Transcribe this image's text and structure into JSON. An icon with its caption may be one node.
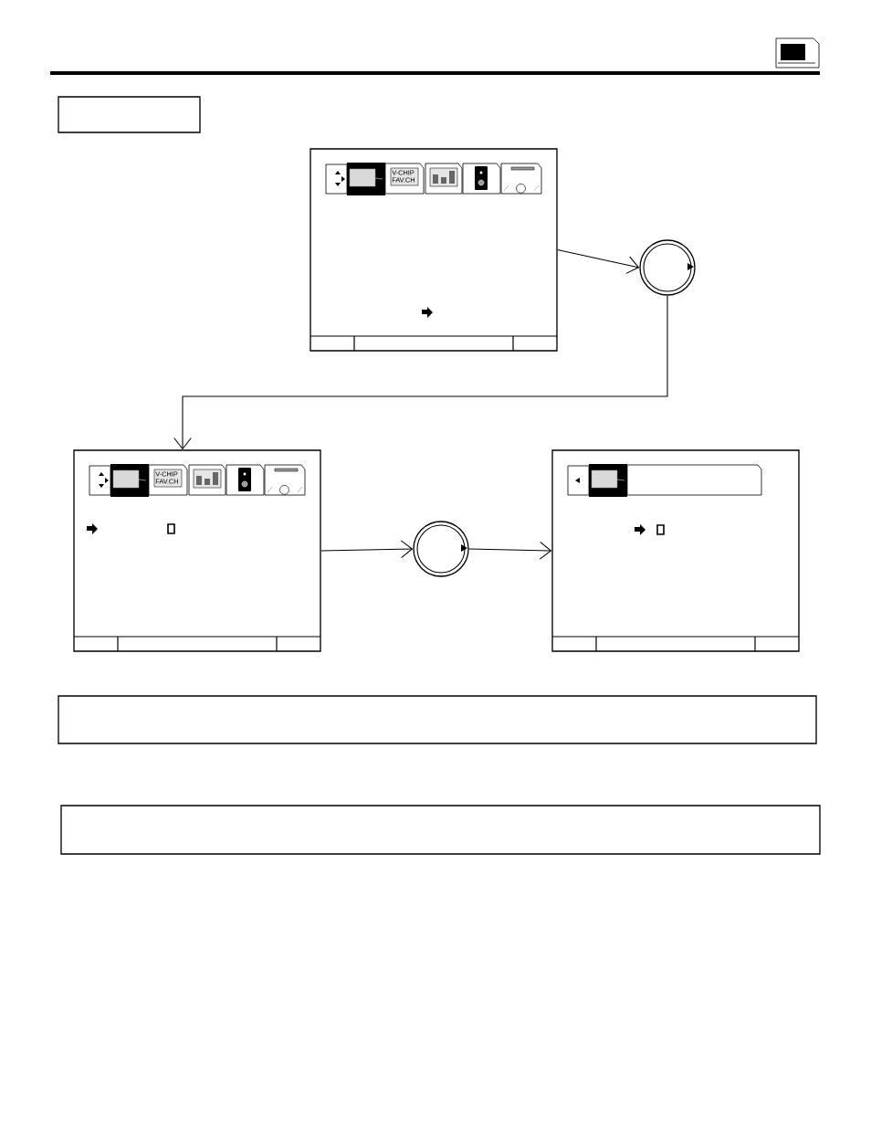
{
  "diagram": {
    "nodes": [
      {
        "text": [],
        "shape": "box"
      },
      {
        "text": [],
        "shape": "box"
      },
      {
        "text": [],
        "shape": "circle"
      },
      {
        "text": [],
        "shape": "box"
      },
      {
        "text": [],
        "shape": "circle"
      },
      {
        "text": [],
        "shape": "box"
      },
      {
        "text": [],
        "shape": "box"
      },
      {
        "text": [],
        "shape": "box"
      }
    ],
    "edges": [
      {
        "from": 1,
        "to": 2,
        "arrow": "to"
      },
      {
        "from": 2,
        "to": 3,
        "arrow": "to"
      },
      {
        "from": 3,
        "to": 4,
        "arrow": "to"
      },
      {
        "from": 4,
        "to": 5,
        "arrow": "to"
      }
    ],
    "labels": [
      "V-CHIP",
      "FAV.CH",
      "V-CHIP",
      "FAV.CH"
    ]
  }
}
